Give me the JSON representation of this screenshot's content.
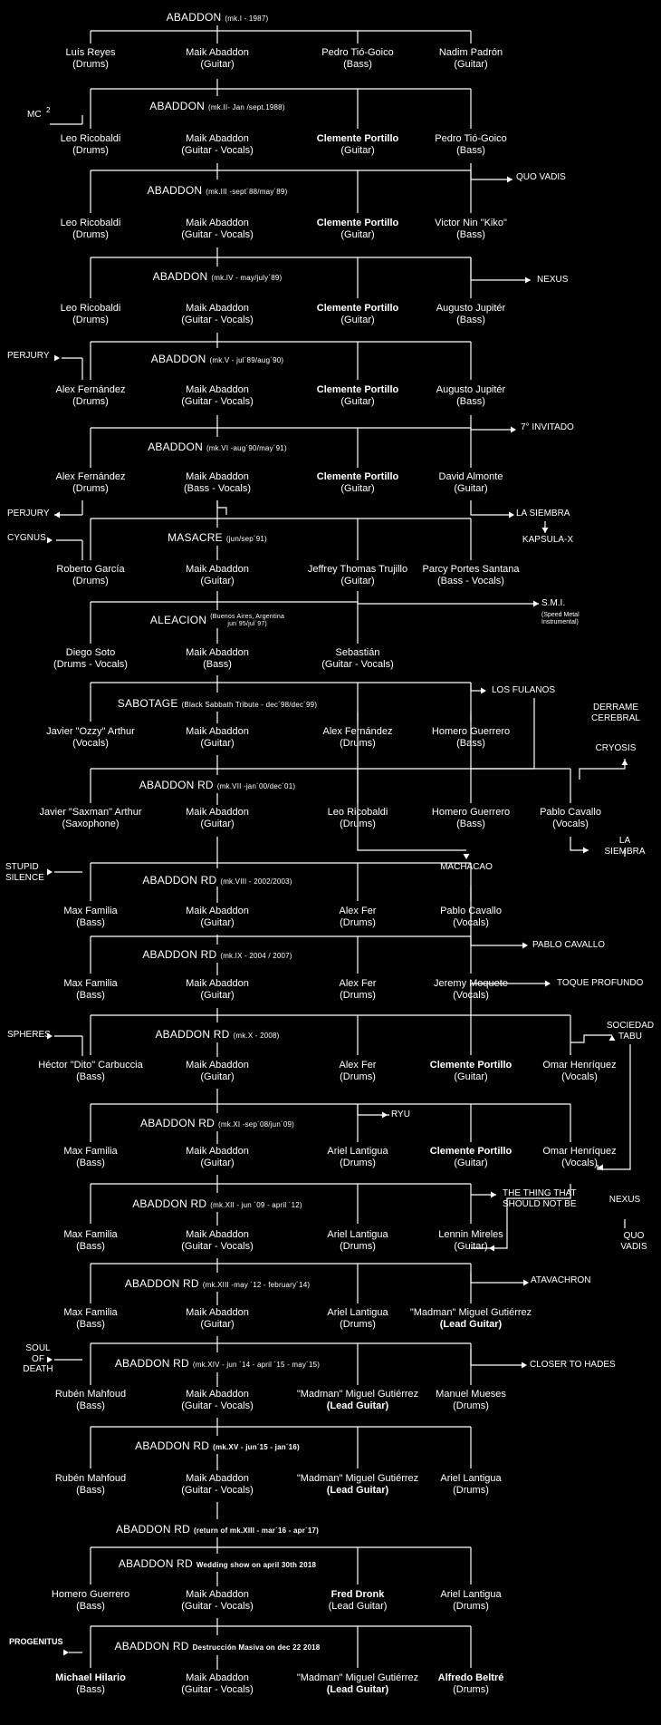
{
  "eras": [
    {
      "name": "ABADDON",
      "sub": "(mk.I - 1987)"
    },
    {
      "name": "ABADDON",
      "sub": "(mk.II- Jan /sept.1988)"
    },
    {
      "name": "ABADDON",
      "sub": "(mk.III -sept´88/may´89)"
    },
    {
      "name": "ABADDON",
      "sub": "(mk.IV - may/july´89)"
    },
    {
      "name": "ABADDON",
      "sub": "(mk.V - jul´89/aug´90)"
    },
    {
      "name": "ABADDON",
      "sub": "(mk.VI -aug´90/may´91)"
    },
    {
      "name": "MASACRE",
      "sub": "(jun/sep´91)"
    },
    {
      "name": "ALEACION",
      "sub": "(Buenos Aires, Argentina\njun´95/jul´97)"
    },
    {
      "name": "SABOTAGE",
      "sub": "(Black Sabbath Tribute - dec´98/dec´99)"
    },
    {
      "name": "ABADDON RD",
      "sub": "(mk.VII -jan´00/dec´01)"
    },
    {
      "name": "ABADDON RD",
      "sub": "(mk.VIII - 2002/2003)"
    },
    {
      "name": "ABADDON RD",
      "sub": "(mk.IX - 2004 / 2007)"
    },
    {
      "name": "ABADDON RD",
      "sub": "(mk.X - 2008)"
    },
    {
      "name": "ABADDON RD",
      "sub": "(mk.XI -sep´08/jun´09)"
    },
    {
      "name": "ABADDON RD",
      "sub": "(mk.XII - jun ´09 - april ´12)"
    },
    {
      "name": "ABADDON RD",
      "sub": "(mk.XIII -may ´12 - february´14)"
    },
    {
      "name": "ABADDON RD",
      "sub": "(mk.XIV - jun ´14 - april ´15 - may´15)"
    },
    {
      "name": "ABADDON RD",
      "sub": "(mk.XV - jun´15 - jan´16)"
    },
    {
      "name": "ABADDON RD",
      "sub": "(return of mk.XIII - mar´16 - apr´17)"
    },
    {
      "name": "ABADDON RD",
      "sub": "Wedding show on april 30th  2018"
    },
    {
      "name": "ABADDON RD",
      "sub": "Destrucción Masiva on dec 22  2018"
    }
  ],
  "members": [
    {
      "name": "Luís Reyes",
      "role": "(Drums)"
    },
    {
      "name": "Maik Abaddon",
      "role": "(Guitar)"
    },
    {
      "name": "Pedro Tió-Goico",
      "role": "(Bass)"
    },
    {
      "name": "Nadim Padrón",
      "role": "(Guitar)"
    },
    {
      "name": "Leo Ricobaldi",
      "role": "(Drums)"
    },
    {
      "name": "Maik Abaddon",
      "role": "(Guitar - Vocals)"
    },
    {
      "name": "Clemente Portillo",
      "role": "(Guitar)"
    },
    {
      "name": "Pedro Tió-Goico",
      "role": "(Bass)"
    },
    {
      "name": "Leo Ricobaldi",
      "role": "(Drums)"
    },
    {
      "name": "Maik Abaddon",
      "role": "(Guitar - Vocals)"
    },
    {
      "name": "Clemente Portillo",
      "role": "(Guitar)"
    },
    {
      "name": "Victor Nin \"Kiko\"",
      "role": "(Bass)"
    },
    {
      "name": "Leo Ricobaldi",
      "role": "(Drums)"
    },
    {
      "name": "Maik Abaddon",
      "role": "(Guitar - Vocals)"
    },
    {
      "name": "Clemente Portillo",
      "role": "(Guitar)"
    },
    {
      "name": "Augusto Jupitér",
      "role": "(Bass)"
    },
    {
      "name": "Alex Fernández",
      "role": "(Drums)"
    },
    {
      "name": "Maik Abaddon",
      "role": "(Guitar - Vocals)"
    },
    {
      "name": "Clemente Portillo",
      "role": "(Guitar)"
    },
    {
      "name": "Augusto Jupitér",
      "role": "(Bass)"
    },
    {
      "name": "Alex Fernández",
      "role": "(Drums)"
    },
    {
      "name": "Maik Abaddon",
      "role": "(Bass - Vocals)"
    },
    {
      "name": "Clemente Portillo",
      "role": "(Guitar)"
    },
    {
      "name": "David Almonte",
      "role": "(Guitar)"
    },
    {
      "name": "Roberto García",
      "role": "(Drums)"
    },
    {
      "name": "Maik Abaddon",
      "role": "(Guitar)"
    },
    {
      "name": "Jeffrey Thomas Trujillo",
      "role": "(Guitar)"
    },
    {
      "name": "Parcy Portes Santana",
      "role": "(Bass - Vocals)"
    },
    {
      "name": "Diego Soto",
      "role": "(Drums - Vocals)"
    },
    {
      "name": "Maik Abaddon",
      "role": "(Bass)"
    },
    {
      "name": "Sebastián",
      "role": "(Guitar - Vocals)"
    },
    {
      "name": "Javier \"Ozzy\" Arthur",
      "role": "(Vocals)"
    },
    {
      "name": "Maik Abaddon",
      "role": "(Guitar)"
    },
    {
      "name": "Alex Fernández",
      "role": "(Drums)"
    },
    {
      "name": "Homero Guerrero",
      "role": "(Bass)"
    },
    {
      "name": "Javier \"Saxman\" Arthur",
      "role": "(Saxophone)"
    },
    {
      "name": "Maik Abaddon",
      "role": "(Guitar)"
    },
    {
      "name": "Leo Ricobaldi",
      "role": "(Drums)"
    },
    {
      "name": "Homero Guerrero",
      "role": "(Bass)"
    },
    {
      "name": "Pablo Cavallo",
      "role": "(Vocals)"
    },
    {
      "name": "Max Familia",
      "role": "(Bass)"
    },
    {
      "name": "Maik Abaddon",
      "role": "(Guitar)"
    },
    {
      "name": "Alex Fer",
      "role": "(Drums)"
    },
    {
      "name": "Pablo Cavallo",
      "role": "(Vocals)"
    },
    {
      "name": "Max Familia",
      "role": "(Bass)"
    },
    {
      "name": "Maik Abaddon",
      "role": "(Guitar)"
    },
    {
      "name": "Alex Fer",
      "role": "(Drums)"
    },
    {
      "name": "Jeremy Moquete",
      "role": "(Vocals)"
    },
    {
      "name": "Héctor \"Dito\" Carbuccia",
      "role": "(Bass)"
    },
    {
      "name": "Maik Abaddon",
      "role": "(Guitar)"
    },
    {
      "name": "Alex Fer",
      "role": "(Drums)"
    },
    {
      "name": "Clemente Portillo",
      "role": "(Guitar)"
    },
    {
      "name": "Omar Henríquez",
      "role": "(Vocals)"
    },
    {
      "name": "Max Familia",
      "role": "(Bass)"
    },
    {
      "name": "Maik Abaddon",
      "role": "(Guitar)"
    },
    {
      "name": "Ariel Lantigua",
      "role": "(Drums)"
    },
    {
      "name": "Clemente Portillo",
      "role": "(Guitar)"
    },
    {
      "name": "Omar Henríquez",
      "role": "(Vocals)"
    },
    {
      "name": "Max Familia",
      "role": "(Bass)"
    },
    {
      "name": "Maik Abaddon",
      "role": "(Guitar - Vocals)"
    },
    {
      "name": "Ariel Lantigua",
      "role": "(Drums)"
    },
    {
      "name": "Lennin Mireles",
      "role": "(Guitar)"
    },
    {
      "name": "Max Familia",
      "role": "(Bass)"
    },
    {
      "name": "Maik Abaddon",
      "role": "(Guitar)"
    },
    {
      "name": "Ariel Lantigua",
      "role": "(Drums)"
    },
    {
      "name": "\"Madman\" Miguel Gutiérrez",
      "role": "(Lead Guitar)"
    },
    {
      "name": "Rubén Mahfoud",
      "role": "(Bass)"
    },
    {
      "name": "Maik Abaddon",
      "role": "(Guitar - Vocals)"
    },
    {
      "name": "\"Madman\" Miguel Gutiérrez",
      "role": "(Lead Guitar)"
    },
    {
      "name": "Manuel Mueses",
      "role": "(Drums)"
    },
    {
      "name": "Rubén Mahfoud",
      "role": "(Bass)"
    },
    {
      "name": "Maik Abaddon",
      "role": "(Guitar - Vocals)"
    },
    {
      "name": "\"Madman\" Miguel Gutiérrez",
      "role": "(Lead Guitar)"
    },
    {
      "name": "Ariel Lantigua",
      "role": "(Drums)"
    },
    {
      "name": "Homero Guerrero",
      "role": "(Bass)"
    },
    {
      "name": "Maik Abaddon",
      "role": "(Guitar - Vocals)"
    },
    {
      "name": "Fred Dronk",
      "role": "(Lead Guitar)"
    },
    {
      "name": "Ariel Lantigua",
      "role": "(Drums)"
    },
    {
      "name": "Michael Hilario",
      "role": "(Bass)"
    },
    {
      "name": "Maik Abaddon",
      "role": "(Guitar - Vocals)"
    },
    {
      "name": "\"Madman\" Miguel Gutiérrez",
      "role": "(Lead Guitar)"
    },
    {
      "name": "Alfredo Beltré",
      "role": "(Drums)"
    }
  ],
  "side_bands": [
    "MC",
    "2",
    "QUO VADIS",
    "NEXUS",
    "PERJURY",
    "7° INVITADO",
    "PERJURY",
    "LA SIEMBRA",
    "KAPSULA-X",
    "CYGNUS",
    "S.M.I.",
    "(Speed Metal\nInstrumental)",
    "LOS FULANOS",
    "DERRAME\nCEREBRAL",
    "CRYOSIS",
    "LA\nSIEMBRA",
    "MACHACAO",
    "STUPID\nSILENCE",
    "PABLO CAVALLO",
    "TOQUE PROFUNDO",
    "SPHERES",
    "SOCIEDAD\nTABU",
    "RYU",
    "THE THING THAT\nSHOULD NOT BE",
    "NEXUS",
    "QUO\nVADIS",
    "ATAVACHRON",
    "SOUL\nOF\nDEATH",
    "CLOSER TO HADES",
    "PROGENITUS"
  ]
}
